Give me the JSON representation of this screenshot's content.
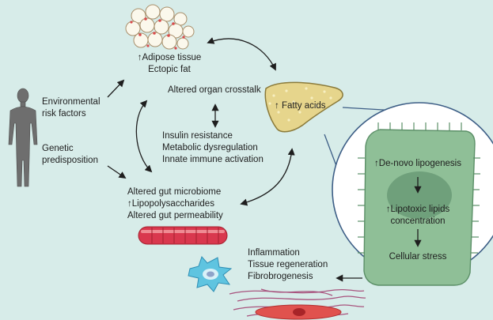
{
  "labels": {
    "adipose_1": "↑Adipose tissue",
    "adipose_2": "Ectopic fat",
    "env_1": "Environmental",
    "env_2": "risk factors",
    "genetic_1": "Genetic",
    "genetic_2": "predisposition",
    "crosstalk": "Altered organ crosstalk",
    "fatty_acids": "↑ Fatty acids",
    "insulin": "Insulin resistance",
    "metabolic": "Metabolic dysregulation",
    "innate": "Innate immune activation",
    "microbiome": "Altered gut microbiome",
    "lps": "↑Lipopolysaccharides",
    "permeability": "Altered gut permeability",
    "lipogenesis": "↑De-novo lipogenesis",
    "lipotoxic_1": "↑Lipotoxic lipids",
    "lipotoxic_2": "concentration",
    "stress": "Cellular stress",
    "inflammation": "Inflammation",
    "regeneration": "Tissue regeneration",
    "fibrogenesis": "Fibrobrogenesis"
  },
  "colors": {
    "background": "#d7ece9",
    "liver": "#e6d58c",
    "hepatocyte": "#8fbf97",
    "nucleus": "#6fa07b",
    "gut": "#d9384e",
    "immune_cell": "#5fc4e0",
    "red_cell": "#e0524e",
    "fibre": "#a8547e"
  }
}
